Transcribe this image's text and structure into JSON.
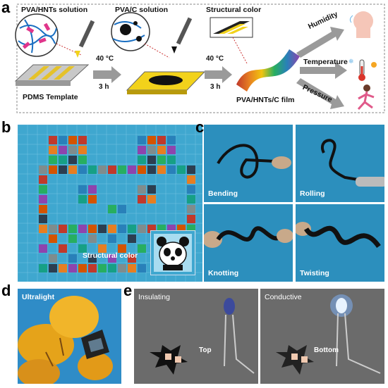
{
  "panel_a": {
    "letter": "a",
    "pva_hnts_solution": "PVA/HNTs solution",
    "pva_c_solution": "PVA/C solution",
    "structural_color": "Structural color",
    "pdms_template": "PDMS Template",
    "step1_temp": "40 °C",
    "step1_time": "3 h",
    "step2_temp": "40 °C",
    "step2_time": "3 h",
    "film": "PVA/HNTs/C film",
    "humidity": "Humidity",
    "temperature": "Temperature",
    "pressure": "Pressure"
  },
  "panel_b": {
    "letter": "b",
    "caption": "Structural color"
  },
  "panel_c": {
    "letter": "c",
    "bending": "Bending",
    "rolling": "Rolling",
    "knotting": "Knotting",
    "twisting": "Twisting"
  },
  "panel_d": {
    "letter": "d",
    "caption": "Ultralight"
  },
  "panel_e": {
    "letter": "e",
    "insulating": "Insulating",
    "top": "Top",
    "conductive": "Conductive",
    "bottom": "Bottom"
  },
  "colors": {
    "photo_blue": "#3fa7cf",
    "film_yellow": "#f2d21b",
    "arrow_gray": "#9a9a9a"
  }
}
